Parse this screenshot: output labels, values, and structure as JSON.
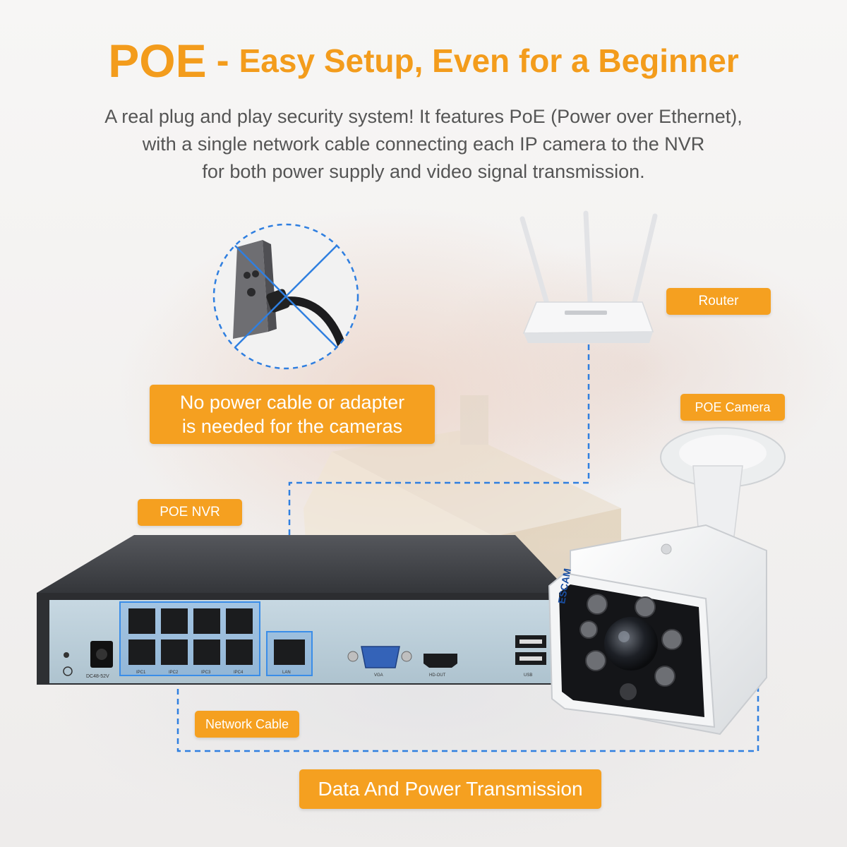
{
  "headline": {
    "big": "POE",
    "dash": "-",
    "rest": "Easy Setup, Even for a Beginner"
  },
  "subtitle": [
    "A real plug and play security system! It features PoE (Power over Ethernet),",
    "with a single network cable connecting each IP camera to the NVR",
    "for both power supply and video signal transmission."
  ],
  "callouts": {
    "no_power": [
      "No power cable or adapter",
      "is needed for the cameras"
    ],
    "router": "Router",
    "poe_camera": "POE Camera",
    "poe_nvr": "POE NVR",
    "network_cable": "Network Cable",
    "data_power": "Data And Power Transmission"
  },
  "nvr_port_labels": {
    "power": "DC48-52V",
    "poe_ports": [
      "IPC1",
      "IPC2",
      "IPC3",
      "IPC4"
    ],
    "lan": "LAN",
    "vga": "VGA",
    "hdmi": "HD-OUT",
    "usb": "USB"
  },
  "camera_brand": "ESCAM",
  "colors": {
    "accent": "#f5a020",
    "dashed_line": "#2f7fe0",
    "port_highlight": "#3a8de8"
  }
}
